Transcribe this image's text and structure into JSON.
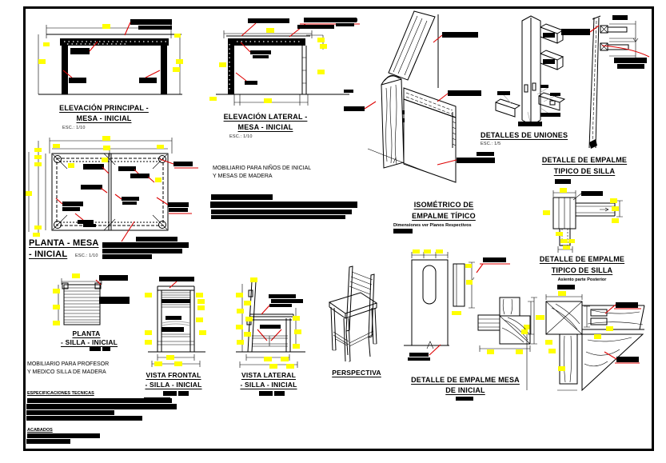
{
  "colors": {
    "highlight": "#ffff00",
    "leader": "#dd0000",
    "ink": "#000000",
    "paper": "#ffffff"
  },
  "views": {
    "elev_principal": {
      "title_line1": "ELEVACIÓN PRINCIPAL -",
      "title_line2": "MESA - INICIAL",
      "scale": "ESC.: 1/10"
    },
    "elev_lateral": {
      "title_line1": "ELEVACIÓN LATERAL -",
      "title_line2": "MESA - INICIAL",
      "scale": "ESC.: 1/10"
    },
    "planta_mesa": {
      "title_line1": "PLANTA - MESA",
      "title_line2": "- INICIAL",
      "scale": "ESC.: 1/10"
    },
    "planta_silla": {
      "title_line1": "PLANTA",
      "title_line2": "- SILLA - INICIAL"
    },
    "vista_frontal": {
      "title_line1": "VISTA FRONTAL",
      "title_line2": "- SILLA - INICIAL"
    },
    "vista_lateral": {
      "title_line1": "VISTA LATERAL",
      "title_line2": "- SILLA - INICIAL"
    },
    "perspectiva": {
      "title": "PERSPECTIVA"
    },
    "isometrico": {
      "title_line1": "ISOMÉTRICO DE",
      "title_line2": "EMPALME TÍPICO",
      "subtitle": "Dimensiones ver Planos Respectivos"
    },
    "uniones": {
      "title": "DETALLES DE UNIONES",
      "scale": "ESC.: 1/5"
    },
    "empalme_silla_a": {
      "title_line1": "DETALLE DE EMPALME",
      "title_line2": "TIPICO DE SILLA"
    },
    "empalme_silla_b": {
      "title_line1": "DETALLE DE EMPALME",
      "title_line2": "TIPICO DE SILLA",
      "subtitle": "Asiento parte Posterior"
    },
    "empalme_mesa": {
      "title_line1": "DETALLE DE EMPALME MESA",
      "title_line2": "DE INICIAL"
    }
  },
  "notes": {
    "ninos_line1": "MOBILIARIO PARA NIÑOS DE INICIAL",
    "ninos_line2": "Y MESAS DE MADERA",
    "profesor_line1": "MOBILIARIO PARA PROFESOR",
    "profesor_line2": "Y MEDICO SILLA DE MADERA",
    "especificaciones": "ESPECIFICACIONES TECNICAS",
    "acabados": "ACABADOS"
  }
}
